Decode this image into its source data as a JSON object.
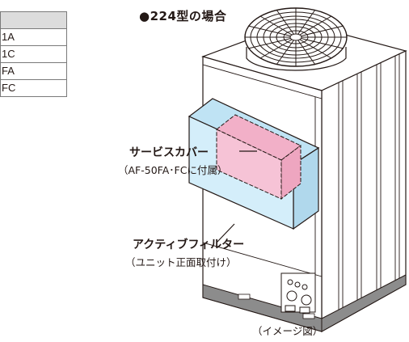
{
  "model_table": {
    "rows": [
      "1A",
      "1C",
      "FA",
      "FC"
    ]
  },
  "title": "●224型の場合",
  "service_cover": {
    "label": "サービスカバー",
    "note": "（AF-50FA･FCに付属）"
  },
  "active_filter": {
    "label": "アクティブフィルター",
    "note": "（ユニット正面取付け）"
  },
  "caption": "（イメージ図）",
  "colors": {
    "cover_fill": "#d4eefa",
    "filter_fill": "#f6c3d6",
    "outline": "#231815",
    "base_band": "#8c8c8c"
  }
}
